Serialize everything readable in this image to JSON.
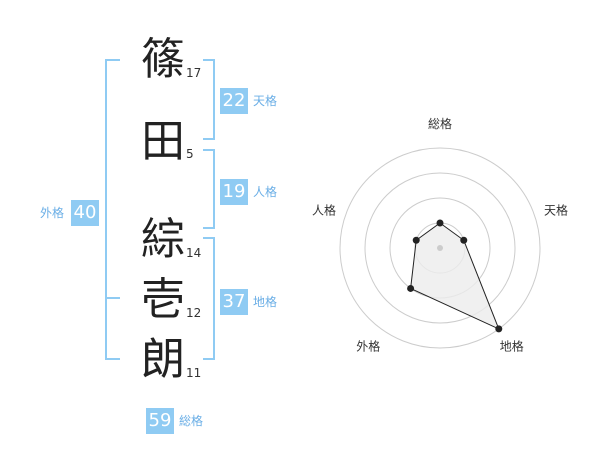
{
  "name_chars": [
    {
      "char": "篠",
      "strokes": "17"
    },
    {
      "char": "田",
      "strokes": "5"
    },
    {
      "char": "綜",
      "strokes": "14"
    },
    {
      "char": "壱",
      "strokes": "12"
    },
    {
      "char": "朗",
      "strokes": "11"
    }
  ],
  "fortunes": {
    "tenkaku": {
      "label": "天格",
      "value": "22"
    },
    "jinkaku": {
      "label": "人格",
      "value": "19"
    },
    "chikaku": {
      "label": "地格",
      "value": "37"
    },
    "gaikaku": {
      "label": "外格",
      "value": "40"
    },
    "soukaku": {
      "label": "総格",
      "value": "59"
    }
  },
  "radar": {
    "axes": [
      "総格",
      "天格",
      "地格",
      "外格",
      "人格"
    ],
    "ring_count": 4,
    "levels": [
      1,
      1,
      4,
      2,
      1
    ],
    "max_level": 4,
    "line_color": "#222222",
    "fill_color": "#ececec",
    "ring_color": "#cccccc"
  },
  "colors": {
    "bracket": "#8fcbf3",
    "badge_bg": "#8fcbf3",
    "badge_text": "#ffffff",
    "label": "#6aaee6"
  }
}
